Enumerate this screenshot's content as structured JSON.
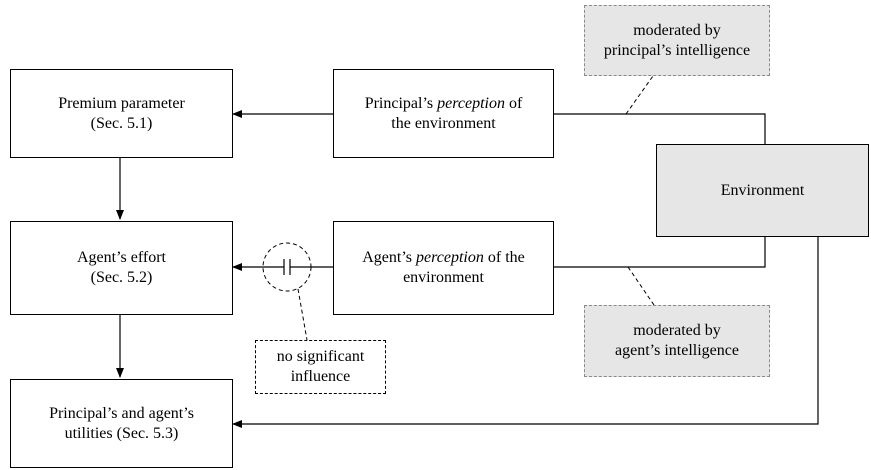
{
  "boxes": {
    "premium": {
      "line1": "Premium parameter",
      "line2": "(Sec. 5.1)"
    },
    "principal_perception": {
      "pre": "Principal’s ",
      "em": "perception",
      "post": " of",
      "line2": "the environment"
    },
    "environment": {
      "label": "Environment"
    },
    "moderated_principal": {
      "line1": "moderated by",
      "line2": "principal’s intelligence"
    },
    "agent_effort": {
      "line1": "Agent’s effort",
      "line2": "(Sec. 5.2)"
    },
    "agent_perception": {
      "pre": "Agent’s ",
      "em": "perception",
      "post": " of the",
      "line2": "environment"
    },
    "moderated_agent": {
      "line1": "moderated by",
      "line2": "agent’s intelligence"
    },
    "no_influence": {
      "line1": "no significant",
      "line2": "influence"
    },
    "utilities": {
      "line1": "Principal’s and agent’s",
      "line2": "utilities (Sec. 5.3)"
    }
  },
  "colors": {
    "shaded_fill": "#e6e6e6",
    "dashed_border": "#8a8a8a",
    "stroke": "#000000"
  }
}
